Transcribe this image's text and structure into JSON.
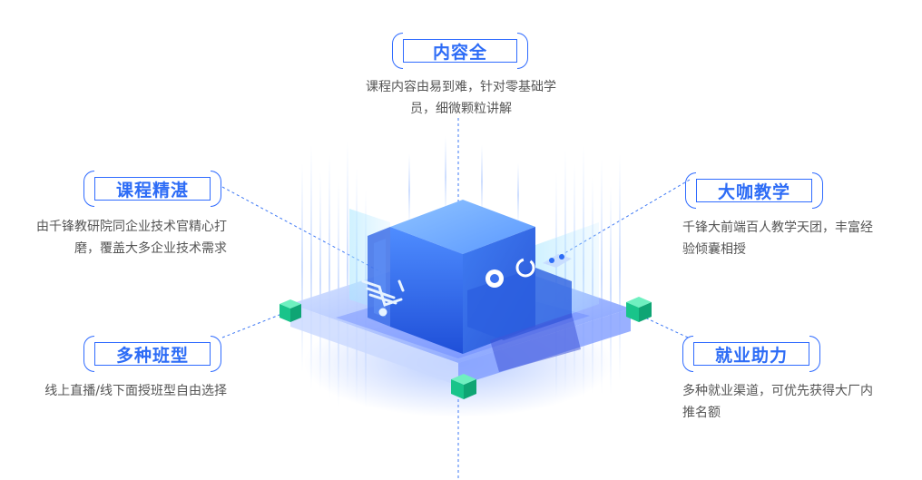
{
  "features": {
    "top": {
      "title": "内容全",
      "desc_lines": [
        "课程内容由易到难，针对零基础学",
        "员，细微颗粒讲解"
      ]
    },
    "left_top": {
      "title": "课程精湛",
      "desc_lines": [
        "由千锋教研院同企业技术官精心打",
        "磨，覆盖大多企业技术需求"
      ]
    },
    "left_bottom": {
      "title": "多种班型",
      "desc_lines": [
        "线上直播/线下面授班型自由选择"
      ]
    },
    "right_top": {
      "title": "大咖教学",
      "desc_lines": [
        "千锋大前端百人教学天团，丰富经",
        "验倾囊相授"
      ]
    },
    "right_bottom": {
      "title": "就业助力",
      "desc_lines": [
        "多种就业渠道，可优先获得大厂内",
        "推名额"
      ]
    }
  },
  "colors": {
    "accent": "#2d6cf6",
    "text": "#555555",
    "cube_light": "#6fb0ff",
    "cube_dark": "#1f4fd8",
    "node_green": "#1fd69a"
  },
  "icons": {
    "cube_front": "shopping-cart-icon",
    "cube_side": [
      "shutter-icon",
      "refresh-icon",
      "link-icon"
    ]
  }
}
